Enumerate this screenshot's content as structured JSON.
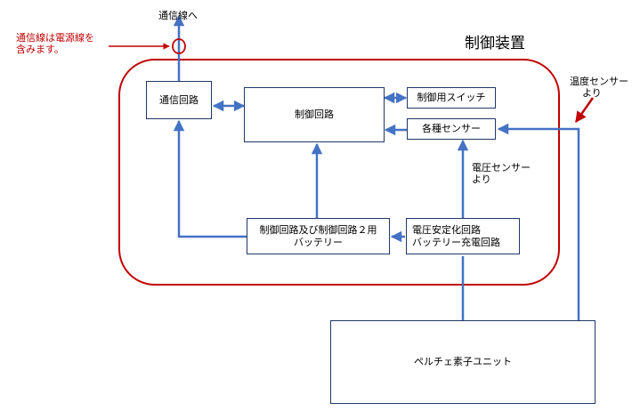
{
  "labels": {
    "comm_line_to": "通信線へ",
    "note_line1": "通信線は電源線を",
    "note_line2": "含みます。",
    "device_title": "制御装置",
    "temp_sensor_line1": "温度センサー",
    "temp_sensor_line2": "より",
    "volt_sensor_line1": "電圧センサー",
    "volt_sensor_line2": "より"
  },
  "blocks": {
    "comm_circuit": "通信回路",
    "control_circuit": "制御回路",
    "control_switch": "制御用スイッチ",
    "sensors": "各種センサー",
    "battery_line1": "制御回路及び制御回路２用",
    "battery_line2": "バッテリー",
    "regulator_line1": "電圧安定化回路",
    "regulator_line2": "バッテリー充電回路",
    "peltier_unit": "ペルチェ素子ユニット"
  },
  "colors": {
    "line": "#4472c4",
    "frame": "#c00000",
    "box_border": "#1f3864",
    "annotation": "#c00000"
  }
}
